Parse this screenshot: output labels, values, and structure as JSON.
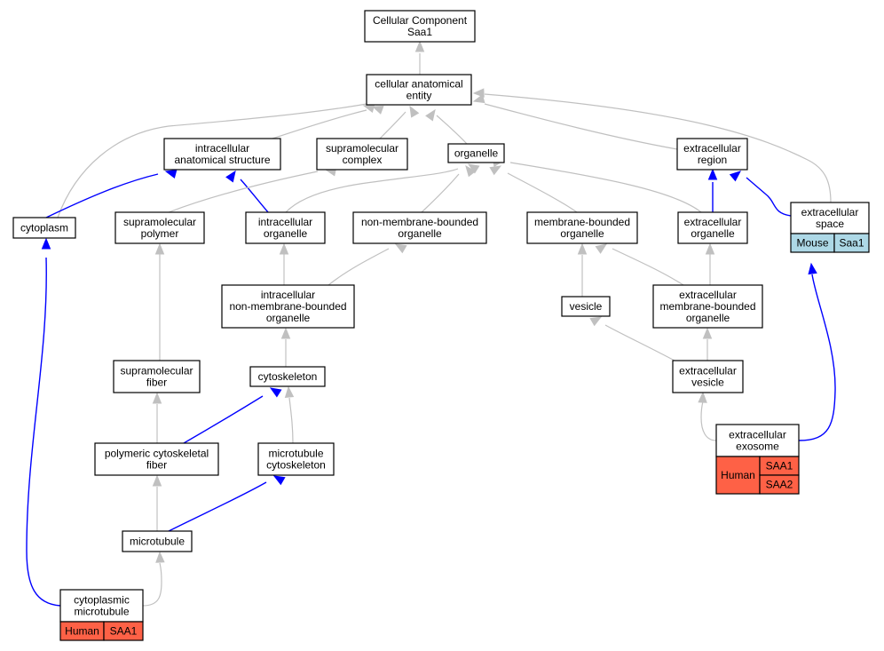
{
  "colors": {
    "human": "#fe6146",
    "mouse": "#add8e6",
    "gray_edge": "#c0c0c0",
    "blue_edge": "#0000ff"
  },
  "nodes": {
    "root": [
      "Cellular Component",
      "Saa1"
    ],
    "cae": [
      "cellular anatomical",
      "entity"
    ],
    "ias": [
      "intracellular",
      "anatomical structure"
    ],
    "smc": [
      "supramolecular",
      "complex"
    ],
    "org": [
      "organelle"
    ],
    "exr": [
      "extracellular",
      "region"
    ],
    "cyt": [
      "cytoplasm"
    ],
    "smp": [
      "supramolecular",
      "polymer"
    ],
    "iorg": [
      "intracellular",
      "organelle"
    ],
    "nmb": [
      "non-membrane-bounded",
      "organelle"
    ],
    "mbo": [
      "membrane-bounded",
      "organelle"
    ],
    "exo": [
      "extracellular",
      "organelle"
    ],
    "exs": [
      "extracellular",
      "space"
    ],
    "inmb": [
      "intracellular",
      "non-membrane-bounded",
      "organelle"
    ],
    "ves": [
      "vesicle"
    ],
    "exmb": [
      "extracellular",
      "membrane-bounded",
      "organelle"
    ],
    "smf": [
      "supramolecular",
      "fiber"
    ],
    "csk": [
      "cytoskeleton"
    ],
    "exv": [
      "extracellular",
      "vesicle"
    ],
    "pcf": [
      "polymeric cytoskeletal",
      "fiber"
    ],
    "mtc": [
      "microtubule",
      "cytoskeleton"
    ],
    "exso": [
      "extracellular",
      "exosome"
    ],
    "mt": [
      "microtubule"
    ],
    "cmt": [
      "cytoplasmic",
      "microtubule"
    ]
  },
  "annotations": {
    "exs": {
      "species": "Mouse",
      "genes": [
        "Saa1"
      ]
    },
    "exso": {
      "species": "Human",
      "genes": [
        "SAA1",
        "SAA2"
      ]
    },
    "cmt": {
      "species": "Human",
      "genes": [
        "SAA1"
      ]
    }
  }
}
